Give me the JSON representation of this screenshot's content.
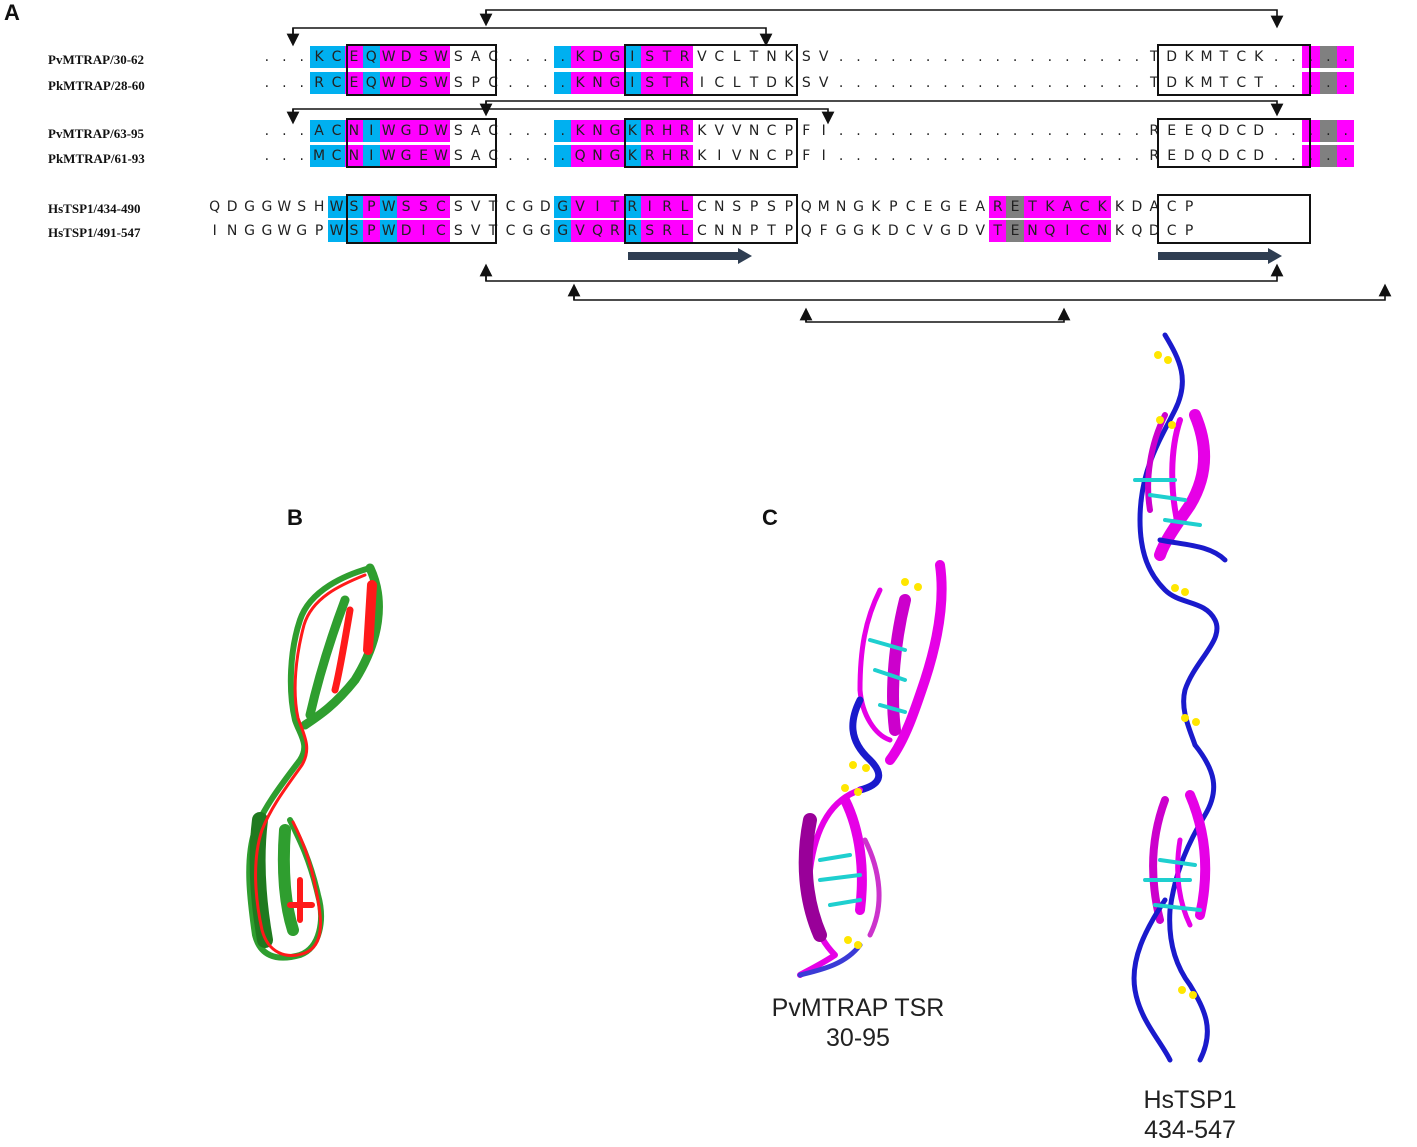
{
  "panels": {
    "a": "A",
    "b": "B",
    "c": "C"
  },
  "alignment": [
    {
      "label": "PvMTRAP/30-62",
      "seq": "...KCEQWDSWSAC....KDGISTRVCLTNKSV..................TDKMTCK.....",
      "colors": "000000000ccmcmmmm000000cmmmcmmm00000000000000000000000000000000000mgmmmmm00000"
    },
    {
      "label": "PkMTRAP/28-60",
      "seq": "...RCEQWDSWSPC....KNGISTRICLTDKSV..................TDKMTCT.....",
      "colors": "000000000ccmcmmmm000000cmmmcmmm00000000000000000000000000000000000mgmmmmm00000"
    },
    {
      "label": "PvMTRAP/63-95",
      "seq": "...ACNIWGDWSAC....KNGKRHRKVVNCPFI..................REEQDCD.....",
      "colors": "000000000ccmcmmmm000000cmmmcmmm00000000000000000000000000000000000mgmmmmm00000"
    },
    {
      "label": "PkMTRAP/61-93",
      "seq": "...MCNIWGEWSAC....QNGKRHRKIVNCPFI..................REDQDCD.....",
      "colors": "000000000ccmcmmmm000000cmmmcmmm00000000000000000000000000000000000mgmmmmm00000"
    },
    {
      "label": "HsTSP1/434-490",
      "seq": "QDGGWSHWSPWSSCSVTCGDGVITRIRLCNSPSPQMNGKPCEGEARETKACKKDACP",
      "colors": "0000000ccmcmmm000000cmmmcmmm00000000000000000mgmmmmm00000"
    },
    {
      "label": "HsTSP1/491-547",
      "seq": "INGGWGPWSPWDICSVTCGGGVQRRSRLCNNPTPQFGGKDCVGDVTENQICNKQDCP",
      "colors": "0000000ccmcmmm000000cmmmcmmm00000000000000000mgmmmmm00000"
    }
  ],
  "captions": {
    "pvmtrap_line1": "PvMTRAP TSR",
    "pvmtrap_line2": "30-95",
    "hstsp1_line1": "HsTSP1",
    "hstsp1_line2": "434-547"
  },
  "colors": {
    "magenta": "#ff00ff",
    "cyan": "#00b0f0",
    "gray": "#808080",
    "strand_arrow": "#2f3e52",
    "red": "#ff1a1a",
    "green": "#2f9e2f",
    "blue": "#1a1acc",
    "teal": "#1ecfcf",
    "yellow": "#ffe600"
  }
}
